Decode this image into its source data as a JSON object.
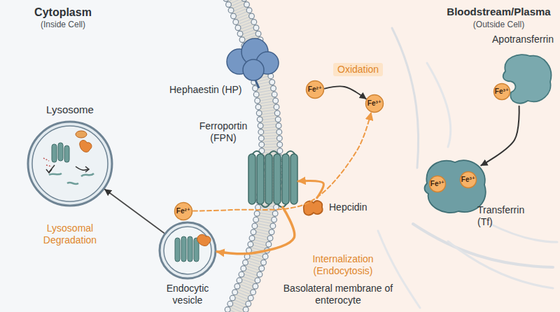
{
  "diagram": {
    "nodes": [
      {
        "text": [
          "Lysosome"
        ]
      },
      {
        "text": [
          "Hephaestin (HP)"
        ]
      },
      {
        "text": [
          "Fe²⁺"
        ]
      },
      {
        "text": [
          "Fe³⁺"
        ]
      },
      {
        "text": [
          "Apotransferrin"
        ]
      },
      {
        "text": [
          "Fe³⁺"
        ],
        "in": 4
      },
      {
        "text": [
          "Ferroportin (FPN)"
        ]
      },
      {
        "text": [
          "Fe²⁺"
        ]
      },
      {
        "text": [
          "Hepcidin"
        ]
      },
      {
        "text": [
          "Transferrin (Tf)"
        ]
      },
      {
        "text": [
          "Fe³⁺"
        ],
        "in": 9
      },
      {
        "text": [
          "Fe³⁺"
        ],
        "in": 9
      },
      {
        "text": [
          "Endocytic vesicle"
        ]
      }
    ],
    "edges": [
      {
        "from": 2,
        "to": 3,
        "label": "Oxidation",
        "arrow": "to"
      },
      {
        "from": 7,
        "to": 3,
        "arrow": "to"
      },
      {
        "from": 4,
        "to": 9,
        "arrow": "to"
      },
      {
        "from": 8,
        "to": 6,
        "arrow": "to"
      },
      {
        "from": 6,
        "to": 12,
        "label": "Internalization (Endocytosis)",
        "arrow": "to"
      },
      {
        "from": 12,
        "to": 0,
        "arrow": "to"
      }
    ],
    "labels": [
      "Cytoplasm",
      "(Inside Cell)",
      "Bloodstream/Plasma",
      "(Outside Cell)",
      "Lysosomal Degradation",
      "Basolateral membrane of enterocyte"
    ]
  }
}
